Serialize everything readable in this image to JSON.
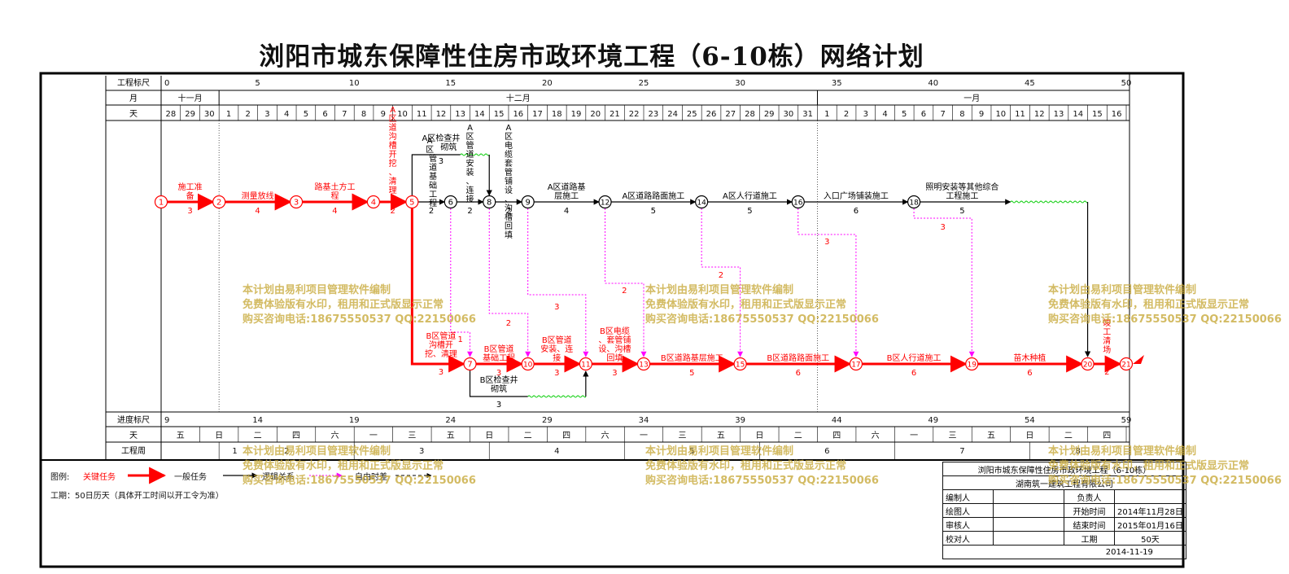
{
  "title": "浏阳市城东保障性住房市政环境工程（6-10栋）网络计划",
  "header": {
    "scale_label": "工程标尺",
    "month_label": "月",
    "day_label": "天",
    "scale_ticks": [
      "0",
      "5",
      "10",
      "15",
      "20",
      "25",
      "30",
      "35",
      "40",
      "45",
      "50"
    ],
    "months": [
      "十一月",
      "十二月",
      "一月"
    ],
    "days": [
      "28",
      "29",
      "30",
      "1",
      "2",
      "3",
      "4",
      "5",
      "6",
      "7",
      "8",
      "9",
      "10",
      "11",
      "12",
      "13",
      "14",
      "15",
      "16",
      "17",
      "18",
      "19",
      "20",
      "21",
      "22",
      "23",
      "24",
      "25",
      "26",
      "27",
      "28",
      "29",
      "30",
      "31",
      "1",
      "2",
      "3",
      "4",
      "5",
      "6",
      "7",
      "8",
      "9",
      "10",
      "11",
      "12",
      "13",
      "14",
      "15",
      "16"
    ]
  },
  "footer": {
    "progress_label": "进度标尺",
    "weekday_label": "天",
    "week_label": "工程周",
    "progress_ticks": [
      "9",
      "14",
      "19",
      "24",
      "29",
      "34",
      "39",
      "44",
      "49",
      "54",
      "59"
    ],
    "weekdays": [
      "五",
      "日",
      "二",
      "四",
      "六",
      "一",
      "三",
      "五",
      "日",
      "二",
      "四",
      "六",
      "一",
      "三",
      "五",
      "日",
      "二",
      "四",
      "六",
      "一",
      "三",
      "五",
      "日",
      "二",
      "四"
    ],
    "weeks": [
      "1",
      "2",
      "3",
      "4",
      "5",
      "6",
      "7",
      "8"
    ]
  },
  "nodes": [
    "1",
    "2",
    "3",
    "4",
    "5",
    "6",
    "8",
    "9",
    "12",
    "14",
    "16",
    "18",
    "7",
    "10",
    "11",
    "13",
    "15",
    "17",
    "19",
    "20",
    "21"
  ],
  "activities": [
    {
      "id": "a1",
      "label": "施工准备",
      "duration": "3",
      "critical": true
    },
    {
      "id": "a2",
      "label": "测量放线",
      "duration": "4",
      "critical": true
    },
    {
      "id": "a3",
      "label": "路基土方工程",
      "duration": "4",
      "critical": true
    },
    {
      "id": "a4",
      "label": "A区道沟槽开挖、清理",
      "duration": "2",
      "critical": true
    },
    {
      "id": "a5",
      "label": "A区管道基础工程",
      "duration": "2",
      "critical": false
    },
    {
      "id": "a6",
      "label": "A区管道安装、连接",
      "duration": "2",
      "critical": false
    },
    {
      "id": "a7",
      "label": "A区电缆套管铺设、沟槽回填",
      "duration": "2",
      "critical": false
    },
    {
      "id": "a8",
      "label": "A区道路基层施工",
      "duration": "4",
      "critical": false
    },
    {
      "id": "a9",
      "label": "A区道路路面施工",
      "duration": "5",
      "critical": false
    },
    {
      "id": "a10",
      "label": "A区人行道施工",
      "duration": "5",
      "critical": false
    },
    {
      "id": "a11",
      "label": "入口广场铺装施工",
      "duration": "6",
      "critical": false
    },
    {
      "id": "a12",
      "label": "照明安装等其他综合工程施工",
      "duration": "5",
      "critical": false
    },
    {
      "id": "a13",
      "label": "A区检查井砌筑",
      "duration": "3",
      "critical": false
    },
    {
      "id": "b1",
      "label": "B区管道沟槽开挖、清理",
      "duration": "3",
      "critical": true
    },
    {
      "id": "b2",
      "label": "B区管道基础工程",
      "duration": "3",
      "critical": true
    },
    {
      "id": "b3",
      "label": "B区管道安装、连接",
      "duration": "3",
      "critical": true
    },
    {
      "id": "b4",
      "label": "B区电缆、套管铺设、沟槽回填",
      "duration": "3",
      "critical": true
    },
    {
      "id": "b5",
      "label": "B区道路基层施工",
      "duration": "5",
      "critical": true
    },
    {
      "id": "b6",
      "label": "B区道路路面施工",
      "duration": "6",
      "critical": true
    },
    {
      "id": "b7",
      "label": "B区人行道施工",
      "duration": "6",
      "critical": true
    },
    {
      "id": "b8",
      "label": "苗木种植",
      "duration": "6",
      "critical": true
    },
    {
      "id": "b9",
      "label": "竣工清场",
      "duration": "2",
      "critical": true
    },
    {
      "id": "b10",
      "label": "B区检查井砌筑",
      "duration": "3",
      "critical": false
    }
  ],
  "floats": [
    "1",
    "2",
    "3",
    "2",
    "2",
    "3",
    "3"
  ],
  "legend": {
    "prefix": "图例:",
    "critical": "关键任务",
    "normal": "一般任务",
    "logic": "逻辑关系",
    "free_float": "自由时差",
    "duration_note": "工期：50日历天（具体开工时间以开工令为准）"
  },
  "info": {
    "project": "浏阳市城东保障性住房市政环境工程（6-10栋）",
    "company": "湖南筑一建筑工程有限公司",
    "rows": [
      {
        "label": "编制人",
        "value": "",
        "label2": "负责人",
        "value2": ""
      },
      {
        "label": "绘图人",
        "value": "",
        "label2": "开始时间",
        "value2": "2014年11月28日"
      },
      {
        "label": "审核人",
        "value": "",
        "label2": "结束时间",
        "value2": "2015年01月16日"
      },
      {
        "label": "校对人",
        "value": "",
        "label2": "工期",
        "value2": "50天"
      }
    ],
    "date": "2014-11-19"
  },
  "watermark": {
    "line1": "本计划由易利项目管理软件编制",
    "line2": "免费体验版有水印，租用和正式版显示正常",
    "line3": "购买咨询电话:18675550537 QQ:22150066"
  },
  "colors": {
    "critical": "#ff0000",
    "normal": "#000000",
    "free_float": "#ff00ff",
    "wave": "#00cc00"
  }
}
